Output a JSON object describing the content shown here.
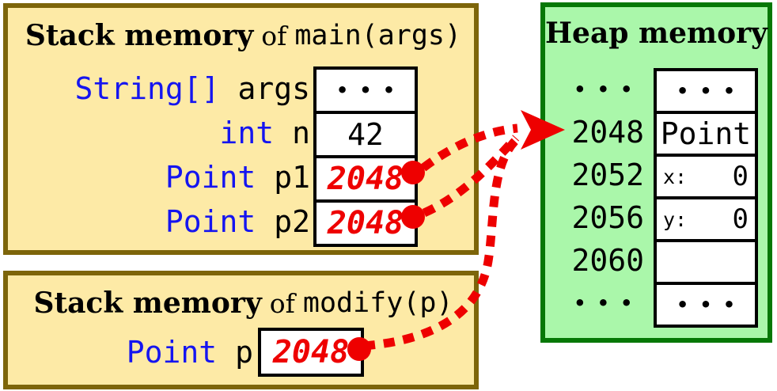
{
  "colors": {
    "tan": "#fdeaa6",
    "olive": "#7d650a",
    "green-bg": "#aaf7aa",
    "green-border": "#067806",
    "blue": "#1515f0",
    "red": "#ee0000",
    "ink": "#000000",
    "cell": "#ffffff"
  },
  "stack_main": {
    "title_bold": "Stack memory",
    "title_of": "of",
    "title_code": "main(args)",
    "rows": [
      {
        "type": "String[]",
        "name": "args",
        "value": "..."
      },
      {
        "type": "int",
        "name": "n",
        "value": "42"
      },
      {
        "type": "Point",
        "name": "p1",
        "value": "2048"
      },
      {
        "type": "Point",
        "name": "p2",
        "value": "2048"
      }
    ]
  },
  "stack_modify": {
    "title_bold": "Stack memory",
    "title_of": "of",
    "title_code": "modify(p)",
    "rows": [
      {
        "type": "Point",
        "name": "p",
        "value": "2048"
      }
    ]
  },
  "heap": {
    "title": "Heap memory",
    "rows": [
      {
        "addr": "...",
        "value": "..."
      },
      {
        "addr": "2048",
        "value": "Point"
      },
      {
        "addr": "2052",
        "field": "x:",
        "value": "0"
      },
      {
        "addr": "2056",
        "field": "y:",
        "value": "0"
      },
      {
        "addr": "2060",
        "value": ""
      },
      {
        "addr": "...",
        "value": "..."
      }
    ]
  }
}
